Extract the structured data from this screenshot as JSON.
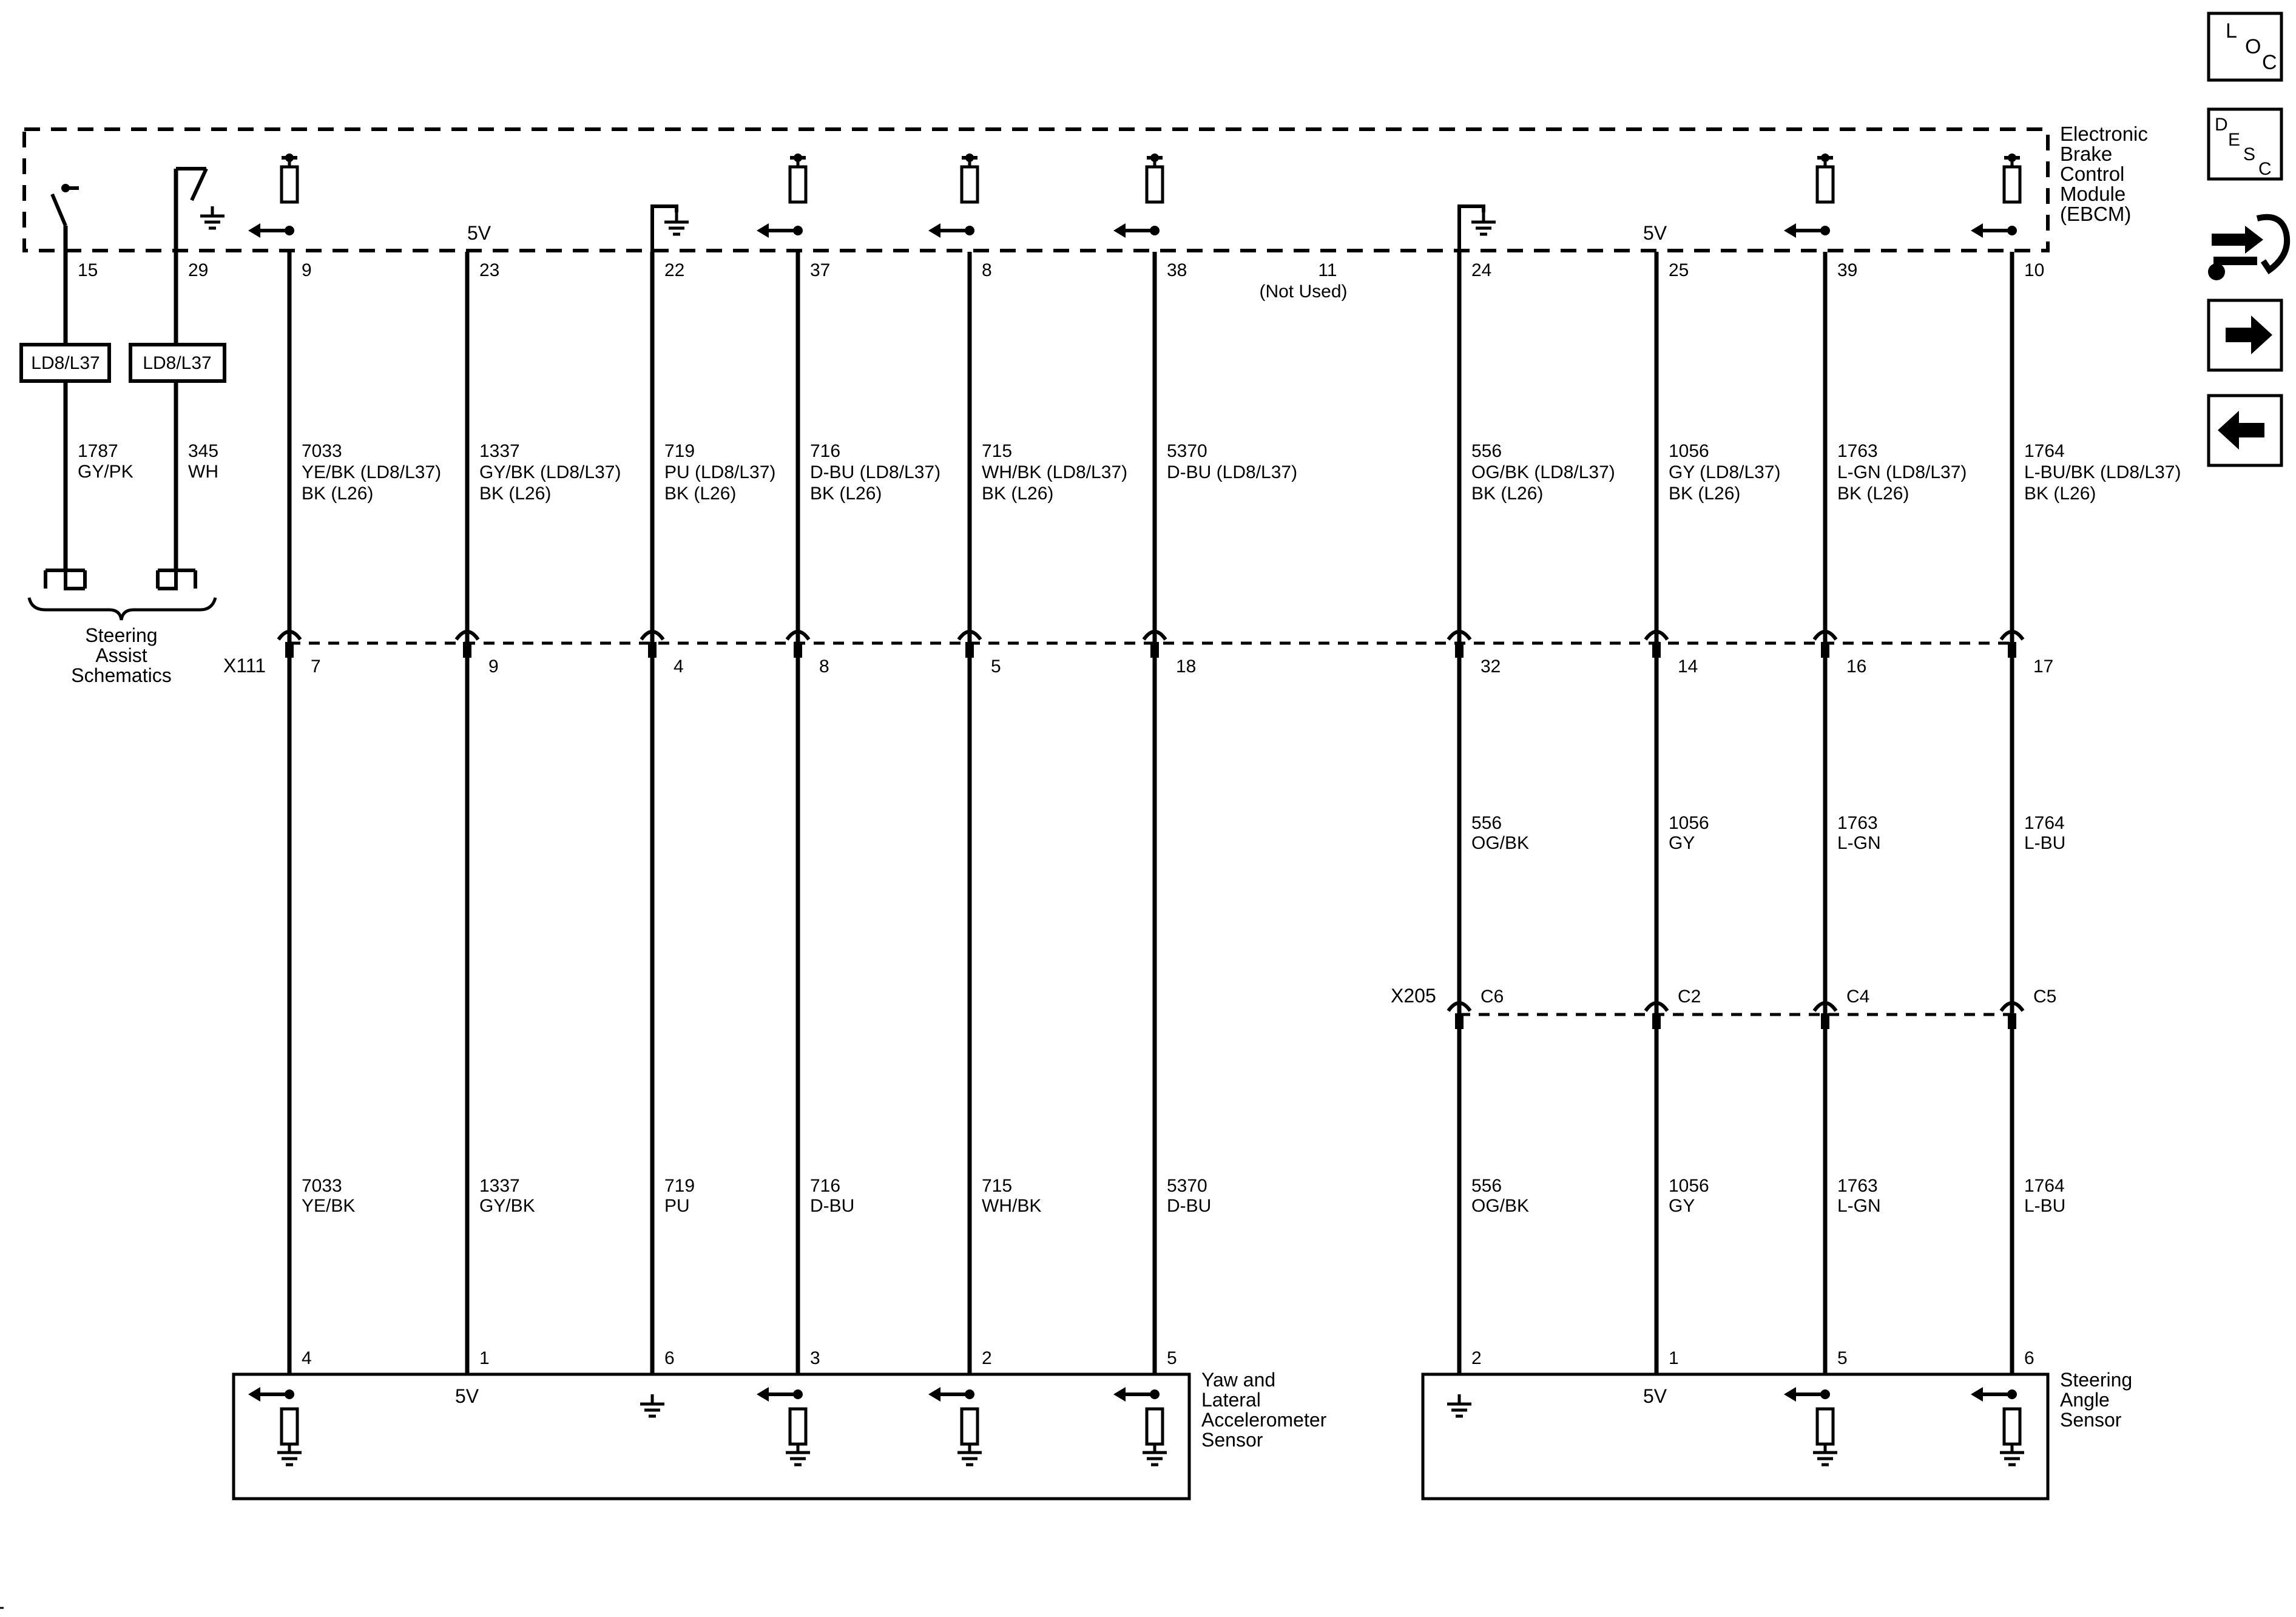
{
  "ebcm_label": [
    "Electronic",
    "Brake",
    "Control",
    "Module",
    "(EBCM)"
  ],
  "yaw_label": [
    "Yaw and",
    "Lateral",
    "Accelerometer",
    "Sensor"
  ],
  "steering_label": [
    "Steering",
    "Angle",
    "Sensor"
  ],
  "steering_assist_label": [
    "Steering",
    "Assist",
    "Schematics"
  ],
  "option_box_label": "LD8/L37",
  "v5_label": "5V",
  "connector_x111": "X111",
  "connector_x205": "X205",
  "not_used": {
    "pin": "11",
    "text": "(Not Used)"
  },
  "switch_circuits": [
    {
      "pin": "15",
      "circuit": "1787",
      "color": "GY/PK"
    },
    {
      "pin": "29",
      "circuit": "345",
      "color": "WH"
    }
  ],
  "circuits": [
    {
      "ebcm_pin": "9",
      "upper": [
        "7033",
        "YE/BK (LD8/L37)",
        "BK (L26)"
      ],
      "x111_pin": "7",
      "x205_pin": "",
      "mid": [],
      "lower": [
        "7033",
        "YE/BK"
      ],
      "sensor_pin": "4"
    },
    {
      "ebcm_pin": "23",
      "upper": [
        "1337",
        "GY/BK (LD8/L37)",
        "BK (L26)"
      ],
      "x111_pin": "9",
      "x205_pin": "",
      "mid": [],
      "lower": [
        "1337",
        "GY/BK"
      ],
      "sensor_pin": "1"
    },
    {
      "ebcm_pin": "22",
      "upper": [
        "719",
        "PU (LD8/L37)",
        "BK (L26)"
      ],
      "x111_pin": "4",
      "x205_pin": "",
      "mid": [],
      "lower": [
        "719",
        "PU"
      ],
      "sensor_pin": "6"
    },
    {
      "ebcm_pin": "37",
      "upper": [
        "716",
        "D-BU (LD8/L37)",
        "BK (L26)"
      ],
      "x111_pin": "8",
      "x205_pin": "",
      "mid": [],
      "lower": [
        "716",
        "D-BU"
      ],
      "sensor_pin": "3"
    },
    {
      "ebcm_pin": "8",
      "upper": [
        "715",
        "WH/BK (LD8/L37)",
        "BK (L26)"
      ],
      "x111_pin": "5",
      "x205_pin": "",
      "mid": [],
      "lower": [
        "715",
        "WH/BK"
      ],
      "sensor_pin": "2"
    },
    {
      "ebcm_pin": "38",
      "upper": [
        "5370",
        "D-BU (LD8/L37)"
      ],
      "x111_pin": "18",
      "x205_pin": "",
      "mid": [],
      "lower": [
        "5370",
        "D-BU"
      ],
      "sensor_pin": "5"
    },
    {
      "ebcm_pin": "24",
      "upper": [
        "556",
        "OG/BK (LD8/L37)",
        "BK (L26)"
      ],
      "x111_pin": "32",
      "x205_pin": "C6",
      "mid": [
        "556",
        "OG/BK"
      ],
      "lower": [
        "556",
        "OG/BK"
      ],
      "sensor_pin": "2"
    },
    {
      "ebcm_pin": "25",
      "upper": [
        "1056",
        "GY (LD8/L37)",
        "BK (L26)"
      ],
      "x111_pin": "14",
      "x205_pin": "C2",
      "mid": [
        "1056",
        "GY"
      ],
      "lower": [
        "1056",
        "GY"
      ],
      "sensor_pin": "1"
    },
    {
      "ebcm_pin": "39",
      "upper": [
        "1763",
        "L-GN (LD8/L37)",
        "BK (L26)"
      ],
      "x111_pin": "16",
      "x205_pin": "C4",
      "mid": [
        "1763",
        "L-GN"
      ],
      "lower": [
        "1763",
        "L-GN"
      ],
      "sensor_pin": "5"
    },
    {
      "ebcm_pin": "10",
      "upper": [
        "1764",
        "L-BU/BK (LD8/L37)",
        "BK (L26)"
      ],
      "x111_pin": "17",
      "x205_pin": "C5",
      "mid": [
        "1764",
        "L-BU"
      ],
      "lower": [
        "1764",
        "L-BU"
      ],
      "sensor_pin": "6"
    }
  ],
  "nav": {
    "loc": [
      "L",
      "O",
      "C"
    ],
    "desc": [
      "D",
      "E",
      "S",
      "C"
    ],
    "buttons": [
      "location-button",
      "description-button",
      "connector-end-view-button",
      "next-page-button",
      "previous-page-button"
    ]
  }
}
